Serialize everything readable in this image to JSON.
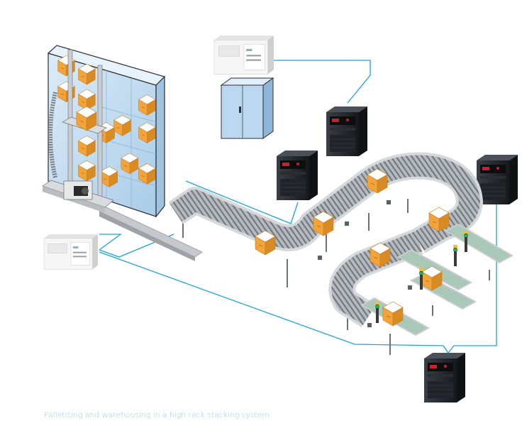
{
  "caption": "Palletising and warehousing in a high rack stacking system",
  "colors": {
    "cable": "#1fa3d9",
    "rack_glass": "#bcd9ee",
    "rack_frame": "#2b2f36",
    "box": "#f0a53c",
    "box_top": "#ffffff",
    "belt": "#a8adb3",
    "belt_frame": "#d8dbde",
    "green_deck": "#a9c8b8",
    "inverter_body": "#1e2125",
    "cabinet": "#bcd8f0",
    "controller": "#f3f3f3"
  },
  "components": {
    "storage_rack": "high-rack-shelf",
    "stacker_crane": "stacker-crane",
    "control_cabinet": "control-cabinet-icon",
    "inverters": [
      "inverter-icon",
      "inverter-icon",
      "inverter-icon",
      "inverter-icon"
    ],
    "controllers": [
      "plc-controller-icon",
      "plc-controller-icon"
    ],
    "conveyor": "roller-conveyor",
    "signal_lights": [
      "signal-light-icon",
      "signal-light-icon",
      "signal-light-icon",
      "signal-light-icon"
    ]
  }
}
